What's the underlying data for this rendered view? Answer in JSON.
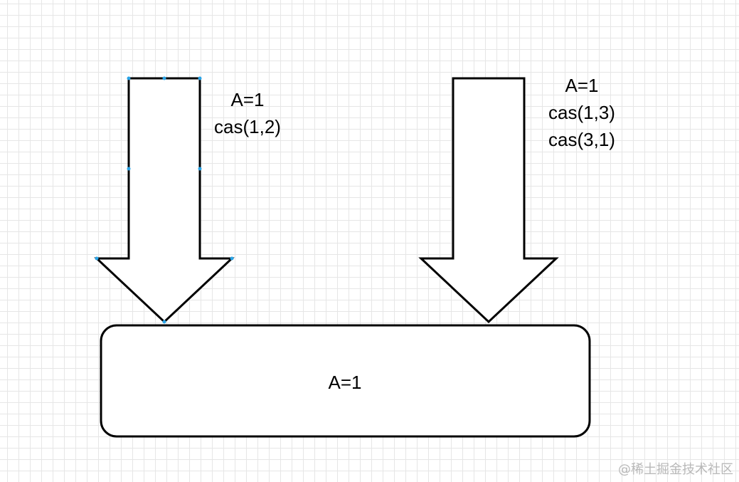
{
  "colors": {
    "stroke": "#000000",
    "fill": "#ffffff",
    "selection_handle": "#29a3e6"
  },
  "left_arrow": {
    "lines": [
      "A=1",
      "cas(1,2)"
    ]
  },
  "right_arrow": {
    "lines": [
      "A=1",
      "cas(1,3)",
      "cas(3,1)"
    ]
  },
  "memory_box": {
    "label": "A=1"
  },
  "watermark": "@稀土掘金技术社区"
}
